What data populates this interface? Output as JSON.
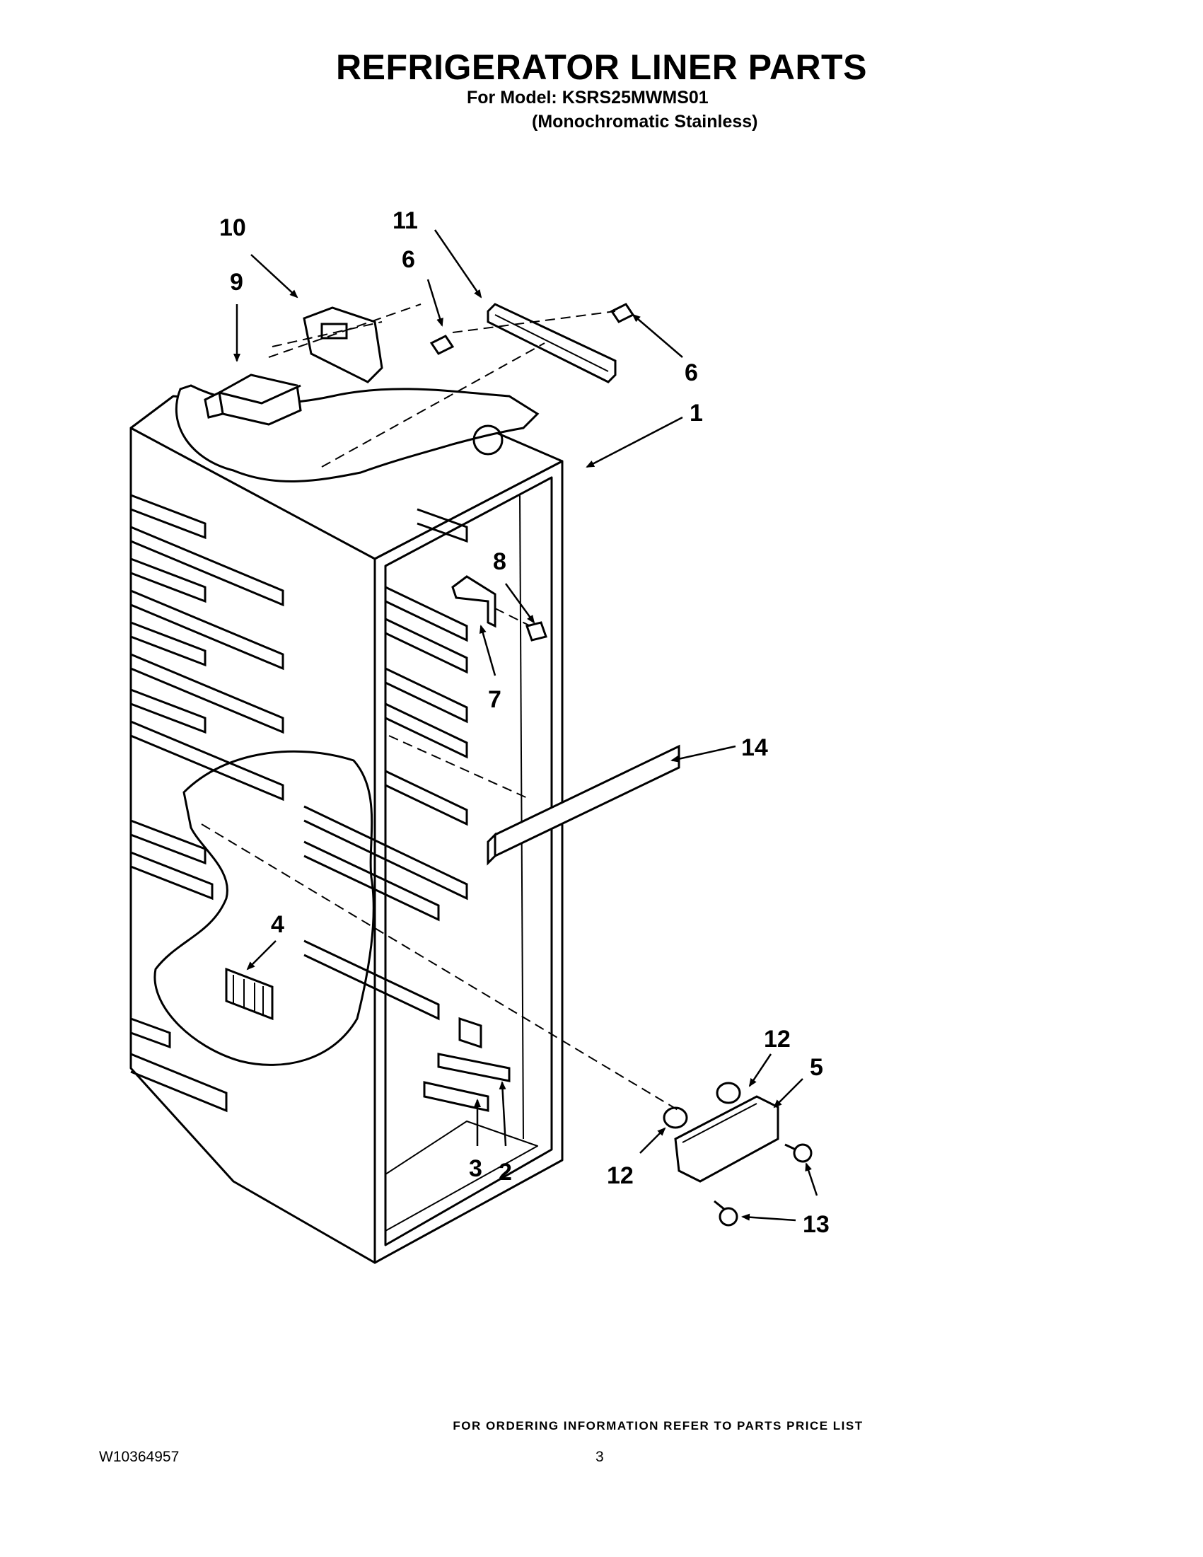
{
  "header": {
    "title": "REFRIGERATOR LINER PARTS",
    "model_line": "For Model: KSRS25MWMS01",
    "model_variant": "(Monochromatic Stainless)"
  },
  "callouts": [
    {
      "id": "c-10",
      "label": "10"
    },
    {
      "id": "c-11",
      "label": "11"
    },
    {
      "id": "c-6a",
      "label": "6"
    },
    {
      "id": "c-9",
      "label": "9"
    },
    {
      "id": "c-6b",
      "label": "6"
    },
    {
      "id": "c-1",
      "label": "1"
    },
    {
      "id": "c-8",
      "label": "8"
    },
    {
      "id": "c-7",
      "label": "7"
    },
    {
      "id": "c-14",
      "label": "14"
    },
    {
      "id": "c-4",
      "label": "4"
    },
    {
      "id": "c-12a",
      "label": "12"
    },
    {
      "id": "c-5",
      "label": "5"
    },
    {
      "id": "c-3",
      "label": "3"
    },
    {
      "id": "c-2",
      "label": "2"
    },
    {
      "id": "c-12b",
      "label": "12"
    },
    {
      "id": "c-13",
      "label": "13"
    }
  ],
  "footer": {
    "ordering_note": "FOR ORDERING INFORMATION REFER TO PARTS PRICE LIST",
    "doc_number": "W10364957",
    "page_number": "3"
  }
}
